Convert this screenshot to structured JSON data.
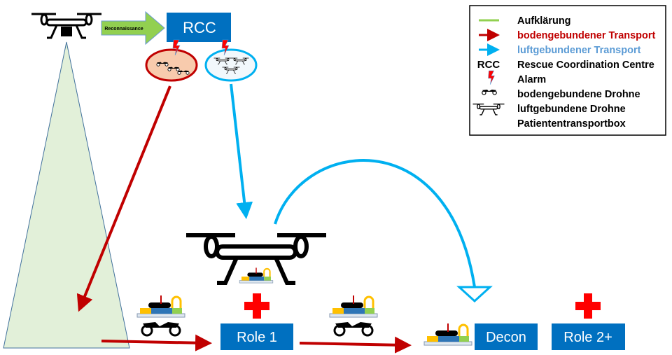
{
  "recon_arrow_label": "Reconnaissance",
  "rcc_label": "RCC",
  "stations": {
    "role1": "Role 1",
    "decon": "Decon",
    "role2": "Role 2+"
  },
  "legend": {
    "items": [
      {
        "label": "Aufklärung",
        "color": "#92d050",
        "icon": "green-line"
      },
      {
        "label": "bodengebundener Transport",
        "color": "#c00000",
        "icon": "red-arrow"
      },
      {
        "label": "luftgebundener Transport",
        "color": "#5b9bd5",
        "icon": "blue-arrow"
      },
      {
        "label": "Rescue Coordination Centre",
        "color": "#000000",
        "icon": "rcc-text",
        "icon_text": "RCC"
      },
      {
        "label": "Alarm",
        "color": "#000000",
        "icon": "lightning"
      },
      {
        "label": "bodengebundene Drohne",
        "color": "#000000",
        "icon": "atv"
      },
      {
        "label": "luftgebundene Drohne",
        "color": "#000000",
        "icon": "drone"
      },
      {
        "label": "Patiententransportbox",
        "color": "#000000",
        "icon": "none"
      }
    ]
  },
  "colors": {
    "ground": "#c00000",
    "air": "#00b0f0",
    "recon": "#92d050",
    "box": "#0070c0",
    "cross": "#ff0000"
  }
}
